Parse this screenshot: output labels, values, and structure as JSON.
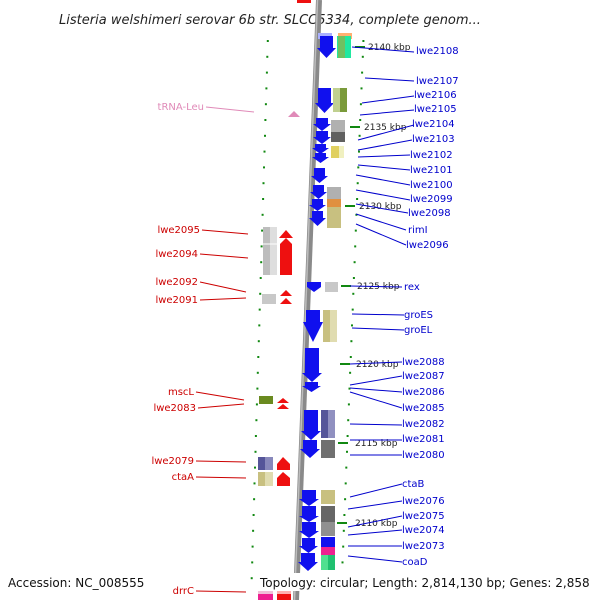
{
  "title": "Listeria welshimeri serovar 6b str. SLCC5334, complete genom...",
  "footer": {
    "accession": "Accession: NC_008555",
    "topology": "Topology: circular; Length: 2,814,130 bp; Genes: 2,858"
  },
  "colors": {
    "forward_gene": "#1010ee",
    "reverse_gene": "#ee1010",
    "trna": "#e08ab8",
    "backbone": "#888888",
    "tick": "#118811",
    "label_right": "#0000cc",
    "label_left": "#cc0000"
  },
  "ruler": [
    {
      "kbp": 2140,
      "label": "2140 kbp"
    },
    {
      "kbp": 2135,
      "label": "2135 kbp"
    },
    {
      "kbp": 2130,
      "label": "2130 kbp"
    },
    {
      "kbp": 2125,
      "label": "2125 kbp"
    },
    {
      "kbp": 2120,
      "label": "2120 kbp"
    },
    {
      "kbp": 2115,
      "label": "2115 kbp"
    },
    {
      "kbp": 2110,
      "label": "2110 kbp"
    }
  ],
  "right_labels": [
    "lwe2108",
    "lwe2107",
    "lwe2106",
    "lwe2105",
    "lwe2104",
    "lwe2103",
    "lwe2102",
    "lwe2101",
    "lwe2100",
    "lwe2099",
    "lwe2098",
    "rimI",
    "lwe2096",
    "rex",
    "groES",
    "groEL",
    "lwe2088",
    "lwe2087",
    "lwe2086",
    "lwe2085",
    "lwe2082",
    "lwe2081",
    "lwe2080",
    "ctaB",
    "lwe2076",
    "lwe2075",
    "lwe2074",
    "lwe2073",
    "coaD"
  ],
  "left_labels": [
    "tRNA-Leu",
    "lwe2095",
    "lwe2094",
    "lwe2092",
    "lwe2091",
    "mscL",
    "lwe2083",
    "lwe2079",
    "ctaA",
    "drrC"
  ]
}
